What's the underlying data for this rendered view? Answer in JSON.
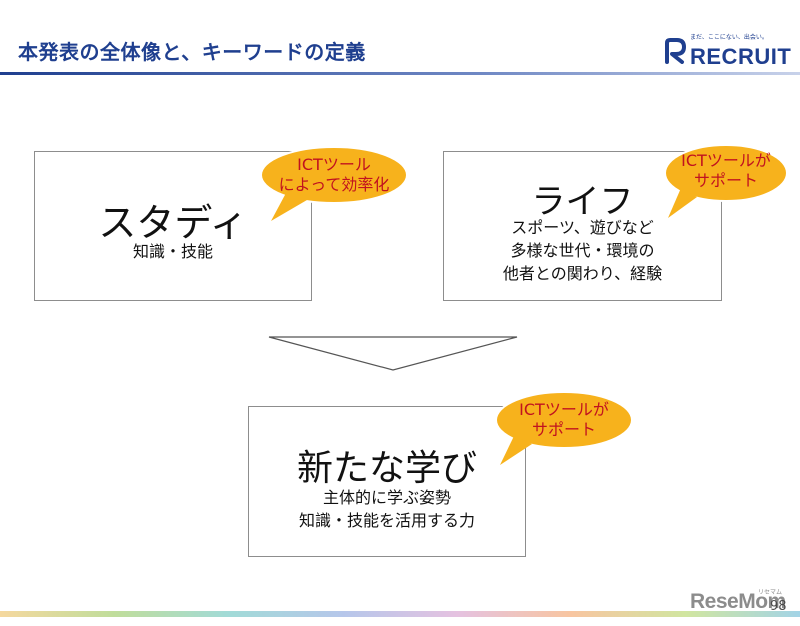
{
  "slide": {
    "title": "本発表の全体像と、キーワードの定義",
    "page_number": "98"
  },
  "logo": {
    "tagline": "まだ、ここにない、出会い。",
    "wordmark": "RECRUIT"
  },
  "boxes": {
    "study": {
      "heading": "スタディ",
      "sub": "知識・技能"
    },
    "life": {
      "heading": "ライフ",
      "sub_lines": [
        "スポーツ、遊びなど",
        "多様な世代・環境の",
        "他者との関わり、経験"
      ]
    },
    "new_learning": {
      "heading": "新たな学び",
      "sub_lines": [
        "主体的に学ぶ姿勢",
        "知識・技能を活用する力"
      ]
    }
  },
  "callouts": {
    "study": [
      "ICTツール",
      "によって効率化"
    ],
    "life": [
      "ICTツールが",
      "サポート"
    ],
    "new_learning": [
      "ICTツールが",
      "サポート"
    ]
  },
  "watermark": {
    "main": "ReseMom",
    "small": "リセマム"
  },
  "colors": {
    "title": "#1f3f8f",
    "callout_fill": "#f7b21c",
    "callout_text": "#c1121f",
    "box_border": "#8d8d8d"
  }
}
